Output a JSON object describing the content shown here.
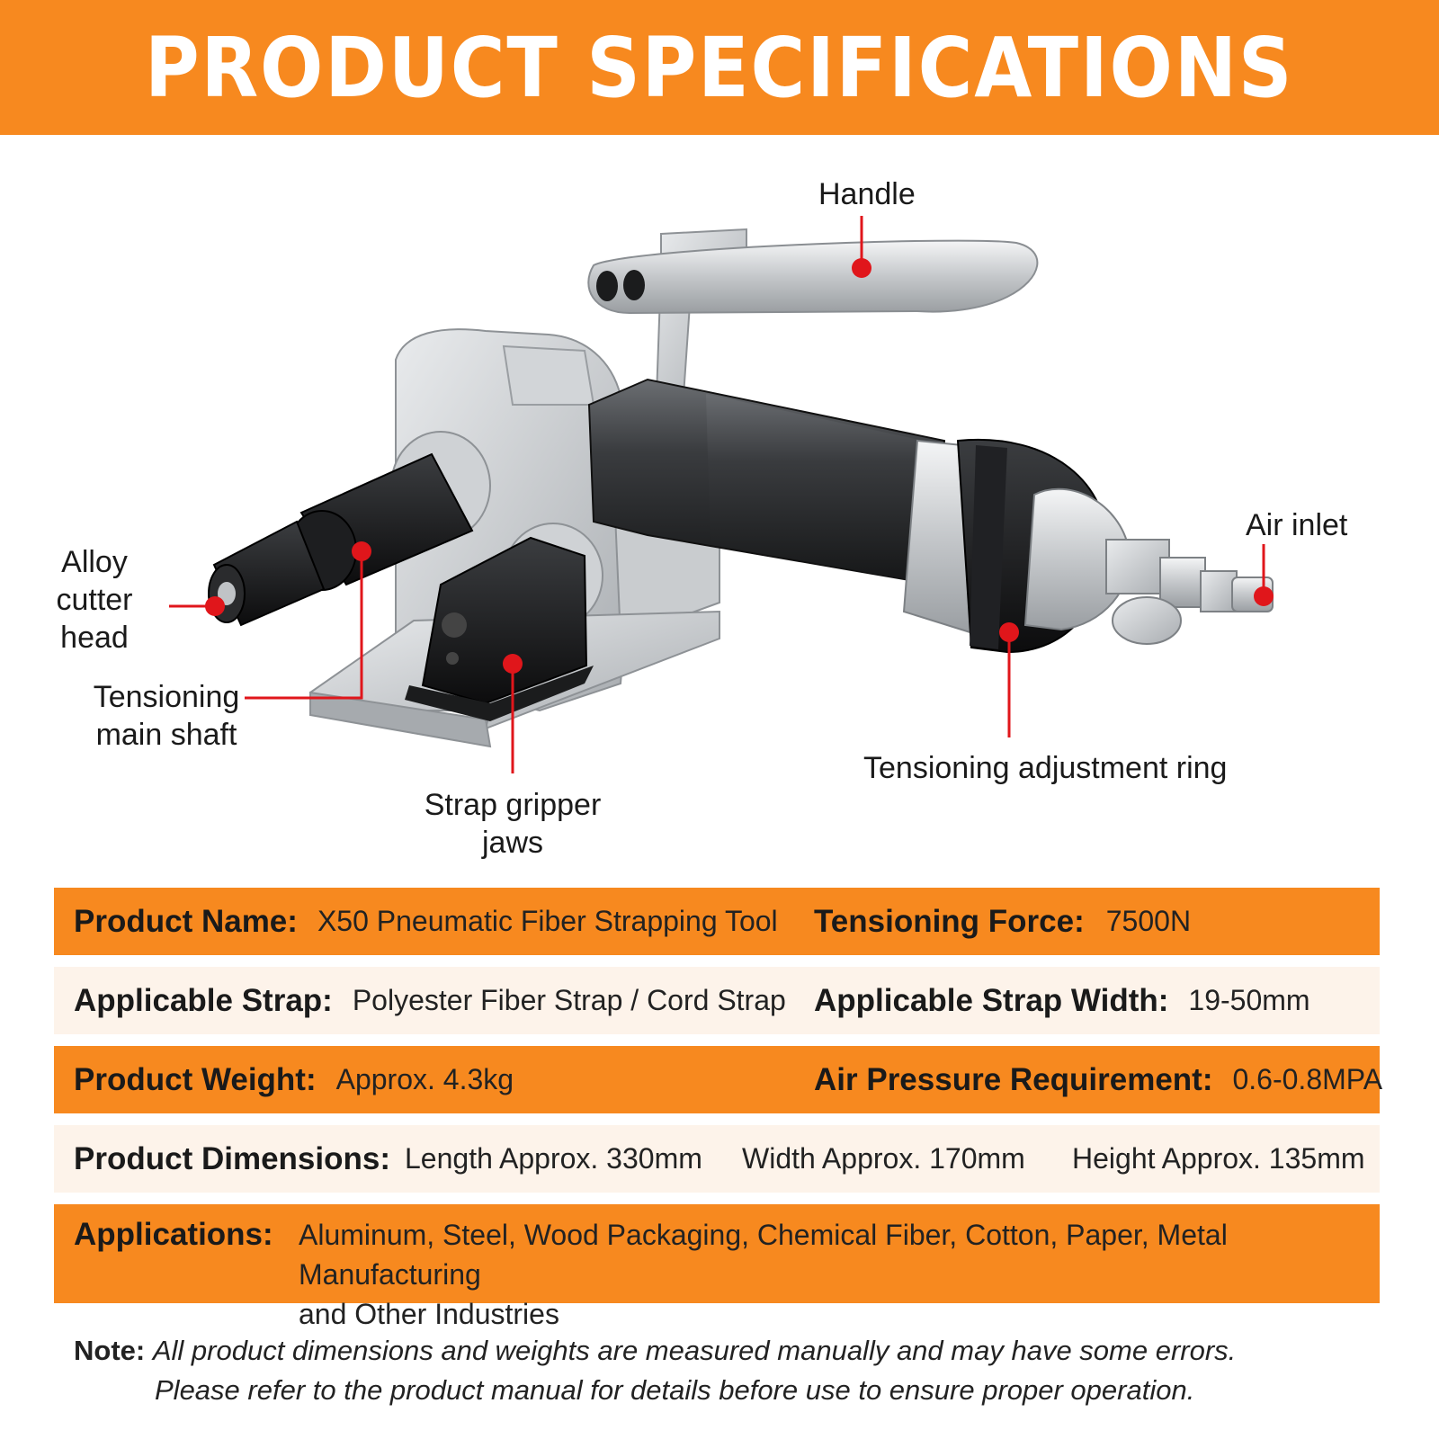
{
  "title": "PRODUCT SPECIFICATIONS",
  "callouts": {
    "handle": "Handle",
    "air_inlet": "Air inlet",
    "alloy_cutter_head": [
      "Alloy",
      "cutter head"
    ],
    "tensioning_main_shaft": [
      "Tensioning",
      "main shaft"
    ],
    "strap_gripper_jaws": [
      "Strap gripper",
      "jaws"
    ],
    "tensioning_adjustment_ring": "Tensioning adjustment ring"
  },
  "specs": {
    "product_name": {
      "label": "Product Name:",
      "value": "X50 Pneumatic Fiber Strapping Tool"
    },
    "tensioning_force": {
      "label": "Tensioning Force:",
      "value": "7500N"
    },
    "applicable_strap": {
      "label": "Applicable Strap:",
      "value": "Polyester Fiber Strap / Cord Strap"
    },
    "applicable_strap_width": {
      "label": "Applicable Strap Width:",
      "value": "19-50mm"
    },
    "product_weight": {
      "label": "Product Weight:",
      "value": "Approx. 4.3kg"
    },
    "air_pressure": {
      "label": "Air Pressure Requirement:",
      "value": "0.6-0.8MPA"
    },
    "product_dimensions": {
      "label": "Product Dimensions:",
      "length": "Length Approx. 330mm",
      "width": "Width Approx. 170mm",
      "height": "Height Approx. 135mm"
    },
    "applications": {
      "label": "Applications:",
      "line1": "Aluminum, Steel, Wood Packaging, Chemical Fiber, Cotton, Paper, Metal Manufacturing",
      "line2": "and Other Industries"
    }
  },
  "note": {
    "label": "Note:",
    "line1": "All product dimensions and weights are measured manually and may have some errors.",
    "line2": "Please refer to the product manual for details before use to ensure proper operation."
  },
  "colors": {
    "accent": "#f7891f",
    "pointer": "#e0161b",
    "cream": "#fdf3ea"
  }
}
